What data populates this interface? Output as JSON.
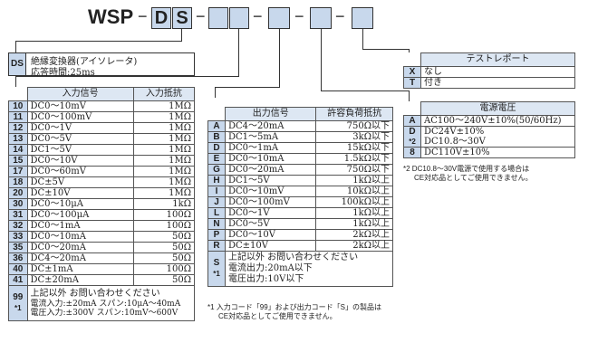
{
  "header": {
    "model": "WSP",
    "dash": "−",
    "code1": "D",
    "code2": "S"
  },
  "ds": {
    "code": "DS",
    "line1": "絶縁変換器(アイソレータ)",
    "line2": "応答時間:25ms"
  },
  "input": {
    "col1": "入力信号",
    "col2": "入力抵抗",
    "rows": [
      {
        "code": "10",
        "signal": "DC0〜10mV",
        "res": "1MΩ"
      },
      {
        "code": "11",
        "signal": "DC0〜100mV",
        "res": "1MΩ"
      },
      {
        "code": "12",
        "signal": "DC0〜1V",
        "res": "1MΩ"
      },
      {
        "code": "13",
        "signal": "DC0〜5V",
        "res": "1MΩ"
      },
      {
        "code": "14",
        "signal": "DC1〜5V",
        "res": "1MΩ"
      },
      {
        "code": "15",
        "signal": "DC0〜10V",
        "res": "1MΩ"
      },
      {
        "code": "17",
        "signal": "DC0〜60mV",
        "res": "1MΩ"
      },
      {
        "code": "18",
        "signal": "DC±5V",
        "res": "1MΩ"
      },
      {
        "code": "20",
        "signal": "DC±10V",
        "res": "1MΩ"
      },
      {
        "code": "30",
        "signal": "DC0〜10μA",
        "res": "1kΩ"
      },
      {
        "code": "31",
        "signal": "DC0〜100μA",
        "res": "100Ω"
      },
      {
        "code": "32",
        "signal": "DC0〜1mA",
        "res": "100Ω"
      },
      {
        "code": "33",
        "signal": "DC0〜10mA",
        "res": "50Ω"
      },
      {
        "code": "35",
        "signal": "DC0〜20mA",
        "res": "50Ω"
      },
      {
        "code": "36",
        "signal": "DC4〜20mA",
        "res": "50Ω"
      },
      {
        "code": "40",
        "signal": "DC±1mA",
        "res": "100Ω"
      },
      {
        "code": "41",
        "signal": "DC±20mA",
        "res": "50Ω"
      }
    ],
    "special": {
      "code": "99",
      "note": "*1",
      "line1": "上記以外 お問い合わせください",
      "line2": "電流入力:±20mA スパン:10μA〜40mA",
      "line3": "電圧入力:±300V スパン:10mV〜600V"
    }
  },
  "output": {
    "col1": "出力信号",
    "col2": "許容負荷抵抗",
    "rows": [
      {
        "code": "A",
        "signal": "DC4〜20mA",
        "res": "750Ω以下"
      },
      {
        "code": "B",
        "signal": "DC1〜5mA",
        "res": "3kΩ以下"
      },
      {
        "code": "D",
        "signal": "DC0〜1mA",
        "res": "15kΩ以下"
      },
      {
        "code": "E",
        "signal": "DC0〜10mA",
        "res": "1.5kΩ以下"
      },
      {
        "code": "G",
        "signal": "DC0〜20mA",
        "res": "750Ω以下"
      },
      {
        "code": "H",
        "signal": "DC1〜5V",
        "res": "1kΩ以上"
      },
      {
        "code": "I",
        "signal": "DC0〜10mV",
        "res": "10kΩ以上"
      },
      {
        "code": "J",
        "signal": "DC0〜100mV",
        "res": "100kΩ以上"
      },
      {
        "code": "L",
        "signal": "DC0〜1V",
        "res": "1kΩ以上"
      },
      {
        "code": "N",
        "signal": "DC0〜5V",
        "res": "1kΩ以上"
      },
      {
        "code": "P",
        "signal": "DC0〜10V",
        "res": "2kΩ以上"
      },
      {
        "code": "R",
        "signal": "DC±10V",
        "res": "2kΩ以上"
      }
    ],
    "special": {
      "code": "S",
      "note": "*1",
      "line1": "上記以外 お問い合わせください",
      "line2": "電流出力:20mA以下",
      "line3": "電圧出力:10V以下"
    },
    "footnote1": "*1 入力コード「99」および出力コード「S」の製品は",
    "footnote2": "CE対応品としてご使用できません。"
  },
  "power": {
    "title": "電源電圧",
    "rowA": {
      "code": "A",
      "text": "AC100〜240V±10%(50/60Hz)"
    },
    "rowD": {
      "code": "D",
      "note": "*2",
      "text1": "DC24V±10%",
      "text2": "DC10.8〜30V"
    },
    "row8": {
      "code": "8",
      "text": "DC110V±10%"
    },
    "footnote1": "*2 DC10.8〜30V電源で使用する場合は",
    "footnote2": "CE対応品としてご使用できません。"
  },
  "report": {
    "title": "テストレポート",
    "rows": [
      {
        "code": "X",
        "text": "なし"
      },
      {
        "code": "T",
        "text": "付き"
      }
    ]
  }
}
